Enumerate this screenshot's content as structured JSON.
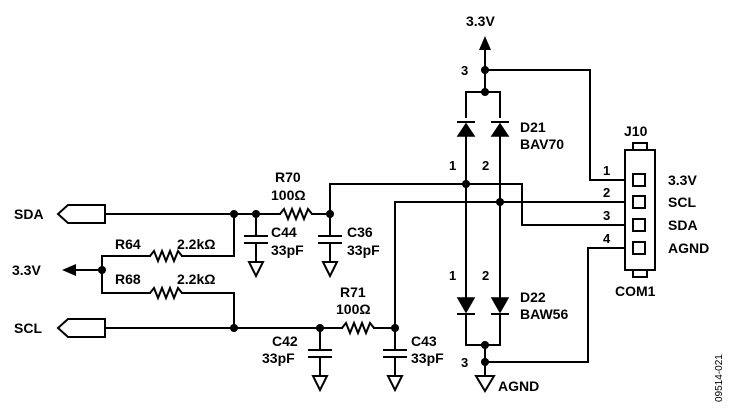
{
  "signals": {
    "sda": "SDA",
    "scl": "SCL",
    "supply_top": "3.3V",
    "supply_left": "3.3V",
    "ground": "AGND"
  },
  "components": {
    "r64": {
      "ref": "R64",
      "value": "2.2kΩ"
    },
    "r68": {
      "ref": "R68",
      "value": "2.2kΩ"
    },
    "r70": {
      "ref": "R70",
      "value": "100Ω"
    },
    "r71": {
      "ref": "R71",
      "value": "100Ω"
    },
    "c44": {
      "ref": "C44",
      "value": "33pF"
    },
    "c36": {
      "ref": "C36",
      "value": "33pF"
    },
    "c42": {
      "ref": "C42",
      "value": "33pF"
    },
    "c43": {
      "ref": "C43",
      "value": "33pF"
    },
    "d21": {
      "ref": "D21",
      "part": "BAV70",
      "pins": [
        "1",
        "2",
        "3"
      ]
    },
    "d22": {
      "ref": "D22",
      "part": "BAW56",
      "pins": [
        "1",
        "2",
        "3"
      ]
    },
    "j10": {
      "ref": "J10",
      "part": "COM1",
      "pins": [
        {
          "num": "1",
          "label": "3.3V"
        },
        {
          "num": "2",
          "label": "SCL"
        },
        {
          "num": "3",
          "label": "SDA"
        },
        {
          "num": "4",
          "label": "AGND"
        }
      ]
    }
  },
  "figure_id": "09514-021"
}
